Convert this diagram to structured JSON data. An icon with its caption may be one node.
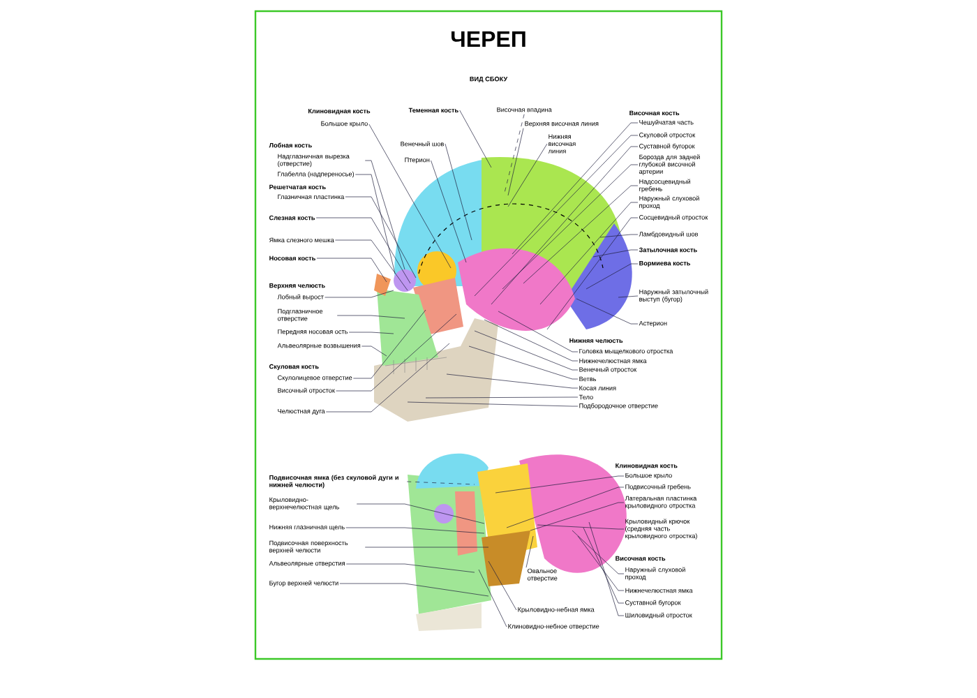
{
  "diagram": {
    "title": "ЧЕРЕП",
    "nodes": [
      {
        "text": [
          "Большое крыло"
        ]
      },
      {
        "text": [
          "Надглазничная вырезка (отверстие)"
        ]
      },
      {
        "text": [
          "Глабелла (надпереносье)"
        ]
      },
      {
        "text": [
          "Глазничная пластинка"
        ]
      },
      {
        "text": [
          "Слезная кость"
        ]
      },
      {
        "text": [
          "Ямка слезного мешка"
        ]
      },
      {
        "text": [
          "Носовая кость"
        ]
      },
      {
        "text": [
          "Лобный вырост"
        ]
      },
      {
        "text": [
          "Подглазничное отверстие"
        ]
      },
      {
        "text": [
          "Передняя носовая ость"
        ]
      },
      {
        "text": [
          "Альвеолярные возвышения"
        ]
      },
      {
        "text": [
          "Скулолицевое отверстие"
        ]
      },
      {
        "text": [
          "Височный отросток"
        ]
      },
      {
        "text": [
          "Челюстная дуга"
        ]
      },
      {
        "text": [
          "Теменная кость"
        ]
      },
      {
        "text": [
          "Венечный шов"
        ]
      },
      {
        "text": [
          "Птерион"
        ]
      },
      {
        "text": [
          "Височная впадина"
        ]
      },
      {
        "text": [
          "Верхняя височная линия"
        ]
      },
      {
        "text": [
          "Нижняя височная линия"
        ]
      },
      {
        "text": [
          "Чешуйчатая часть"
        ]
      },
      {
        "text": [
          "Скуловой отросток"
        ]
      },
      {
        "text": [
          "Суставной бугорок"
        ]
      },
      {
        "text": [
          "Борозда для задней глубокой височной артерии"
        ]
      },
      {
        "text": [
          "Надсосцевидный гребень"
        ]
      },
      {
        "text": [
          "Наружный слуховой проход"
        ]
      },
      {
        "text": [
          "Сосцевидный отросток"
        ]
      },
      {
        "text": [
          "Ламбдовидный шов"
        ]
      },
      {
        "text": [
          "Затылочная кость"
        ]
      },
      {
        "text": [
          "Вормиева кость"
        ]
      },
      {
        "text": [
          "Наружный затылочный выступ (бугор)"
        ]
      },
      {
        "text": [
          "Астерион"
        ]
      },
      {
        "text": [
          "Головка мыщелкового отростка"
        ]
      },
      {
        "text": [
          "Нижнечелюстная ямка"
        ]
      },
      {
        "text": [
          "Венечный отросток"
        ]
      },
      {
        "text": [
          "Ветвь"
        ]
      },
      {
        "text": [
          "Косая линия"
        ]
      },
      {
        "text": [
          "Тело"
        ]
      },
      {
        "text": [
          "Подбородочное отверстие"
        ]
      },
      {
        "text": [
          "Подвисочная ямка (без скуловой дуги и нижней челюсти)"
        ]
      },
      {
        "text": [
          "Крыловидно-верхнечелюстная щель"
        ]
      },
      {
        "text": [
          "Нижняя глазничная щель"
        ]
      },
      {
        "text": [
          "Подвисочная поверхность верхней челюсти"
        ]
      },
      {
        "text": [
          "Альвеолярные отверстия"
        ]
      },
      {
        "text": [
          "Бугор верхней челюсти"
        ]
      },
      {
        "text": [
          "Большое крыло"
        ]
      },
      {
        "text": [
          "Подвисочный гребень"
        ]
      },
      {
        "text": [
          "Латеральная пластинка крыловидного отростка"
        ]
      },
      {
        "text": [
          "Крыловидный крючок (средняя часть крыловидного отростка)"
        ]
      },
      {
        "text": [
          "Овальное отверстие"
        ]
      },
      {
        "text": [
          "Наружный слуховой проход"
        ]
      },
      {
        "text": [
          "Нижнечелюстная ямка"
        ]
      },
      {
        "text": [
          "Суставной бугорок"
        ]
      },
      {
        "text": [
          "Шиловидный отросток"
        ]
      },
      {
        "text": [
          "Крыловидно-небная ямка"
        ]
      },
      {
        "text": [
          "Клиновидно-небное отверстие"
        ]
      }
    ],
    "edges": [
      {
        "from": 0,
        "to": null,
        "arrow": "none"
      },
      {
        "from": 1,
        "to": null,
        "arrow": "none"
      },
      {
        "from": 2,
        "to": null,
        "arrow": "none"
      },
      {
        "from": 3,
        "to": null,
        "arrow": "none"
      },
      {
        "from": 4,
        "to": null,
        "arrow": "none"
      },
      {
        "from": 5,
        "to": null,
        "arrow": "none"
      },
      {
        "from": 6,
        "to": null,
        "arrow": "none"
      },
      {
        "from": 7,
        "to": null,
        "arrow": "none"
      },
      {
        "from": 8,
        "to": null,
        "arrow": "none"
      },
      {
        "from": 9,
        "to": null,
        "arrow": "none"
      },
      {
        "from": 10,
        "to": null,
        "arrow": "none"
      },
      {
        "from": 11,
        "to": null,
        "arrow": "none"
      },
      {
        "from": 12,
        "to": null,
        "arrow": "none"
      },
      {
        "from": 13,
        "to": null,
        "arrow": "none"
      },
      {
        "from": 14,
        "to": null,
        "arrow": "none"
      },
      {
        "from": 15,
        "to": null,
        "arrow": "none"
      },
      {
        "from": 16,
        "to": null,
        "arrow": "none"
      },
      {
        "from": 17,
        "to": null,
        "arrow": "none",
        "style": "dashed"
      },
      {
        "from": 18,
        "to": null,
        "arrow": "none"
      },
      {
        "from": 19,
        "to": null,
        "arrow": "none"
      },
      {
        "from": 20,
        "to": null,
        "arrow": "none"
      },
      {
        "from": 21,
        "to": null,
        "arrow": "none"
      },
      {
        "from": 22,
        "to": null,
        "arrow": "none"
      },
      {
        "from": 23,
        "to": null,
        "arrow": "none"
      },
      {
        "from": 24,
        "to": null,
        "arrow": "none"
      },
      {
        "from": 25,
        "to": null,
        "arrow": "none"
      },
      {
        "from": 26,
        "to": null,
        "arrow": "none"
      },
      {
        "from": 27,
        "to": null,
        "arrow": "none"
      },
      {
        "from": 28,
        "to": null,
        "arrow": "none"
      },
      {
        "from": 29,
        "to": null,
        "arrow": "none"
      },
      {
        "from": 30,
        "to": null,
        "arrow": "none"
      },
      {
        "from": 31,
        "to": null,
        "arrow": "none"
      },
      {
        "from": 32,
        "to": null,
        "arrow": "none"
      },
      {
        "from": 33,
        "to": null,
        "arrow": "none"
      },
      {
        "from": 34,
        "to": null,
        "arrow": "none"
      },
      {
        "from": 35,
        "to": null,
        "arrow": "none"
      },
      {
        "from": 36,
        "to": null,
        "arrow": "none"
      },
      {
        "from": 37,
        "to": null,
        "arrow": "none"
      },
      {
        "from": 38,
        "to": null,
        "arrow": "none"
      },
      {
        "from": 39,
        "to": null,
        "arrow": "none",
        "style": "dashed"
      },
      {
        "from": 40,
        "to": null,
        "arrow": "none"
      },
      {
        "from": 41,
        "to": null,
        "arrow": "none"
      },
      {
        "from": 42,
        "to": null,
        "arrow": "none"
      },
      {
        "from": 43,
        "to": null,
        "arrow": "none"
      },
      {
        "from": 44,
        "to": null,
        "arrow": "none"
      },
      {
        "from": 45,
        "to": null,
        "arrow": "none"
      },
      {
        "from": 46,
        "to": null,
        "arrow": "none"
      },
      {
        "from": 47,
        "to": null,
        "arrow": "none"
      },
      {
        "from": 48,
        "to": null,
        "arrow": "none"
      },
      {
        "from": 49,
        "to": null,
        "arrow": "none"
      },
      {
        "from": 50,
        "to": null,
        "arrow": "none"
      },
      {
        "from": 51,
        "to": null,
        "arrow": "none"
      },
      {
        "from": 52,
        "to": null,
        "arrow": "none"
      },
      {
        "from": 53,
        "to": null,
        "arrow": "none"
      },
      {
        "from": 54,
        "to": null,
        "arrow": "none"
      },
      {
        "from": 55,
        "to": null,
        "arrow": "none"
      }
    ],
    "labels": [
      "ВИД СБОКУ",
      "Клиновидная кость",
      "Лобная кость",
      "Решетчатая кость",
      "Височная кость",
      "Верхняя челюсть",
      "Нижняя челюсть",
      "Скуловая кость",
      "Клиновидная кость",
      "Височная кость"
    ]
  }
}
